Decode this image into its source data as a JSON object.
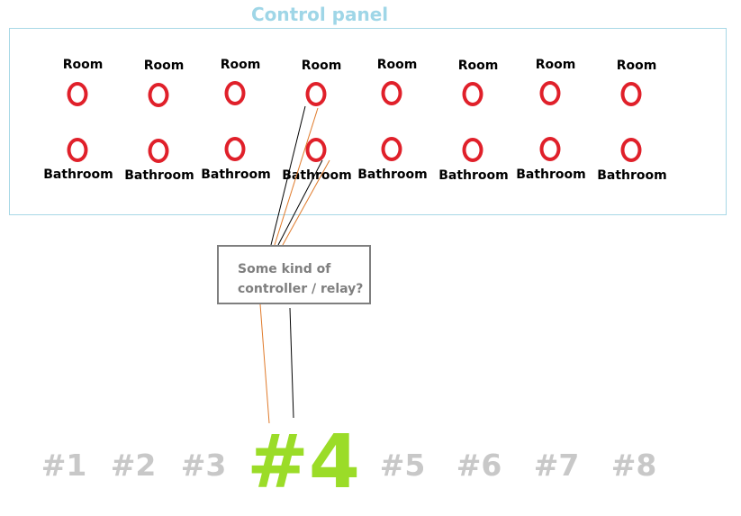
{
  "title": "Control panel",
  "rooms": [
    {
      "room_label": "Room",
      "bathroom_label": "Bathroom"
    },
    {
      "room_label": "Room",
      "bathroom_label": "Bathroom"
    },
    {
      "room_label": "Room",
      "bathroom_label": "Bathroom"
    },
    {
      "room_label": "Room",
      "bathroom_label": "Bathroom"
    },
    {
      "room_label": "Room",
      "bathroom_label": "Bathroom"
    },
    {
      "room_label": "Room",
      "bathroom_label": "Bathroom"
    },
    {
      "room_label": "Room",
      "bathroom_label": "Bathroom"
    },
    {
      "room_label": "Room",
      "bathroom_label": "Bathroom"
    }
  ],
  "controller": {
    "line1": "Some kind of",
    "line2": "controller / relay?"
  },
  "numbers": [
    "#1",
    "#2",
    "#3",
    "#4",
    "#5",
    "#6",
    "#7",
    "#8"
  ],
  "highlighted_number": "#4",
  "colors": {
    "title": "#9fd6e7",
    "panel_border": "#a8d8e6",
    "ring": "#e0202a",
    "wire_black": "#000000",
    "wire_orange": "#e07a2a",
    "box_border": "#7f7f7f",
    "number_inactive": "#c8c8c8",
    "number_active": "#9bdc28"
  }
}
